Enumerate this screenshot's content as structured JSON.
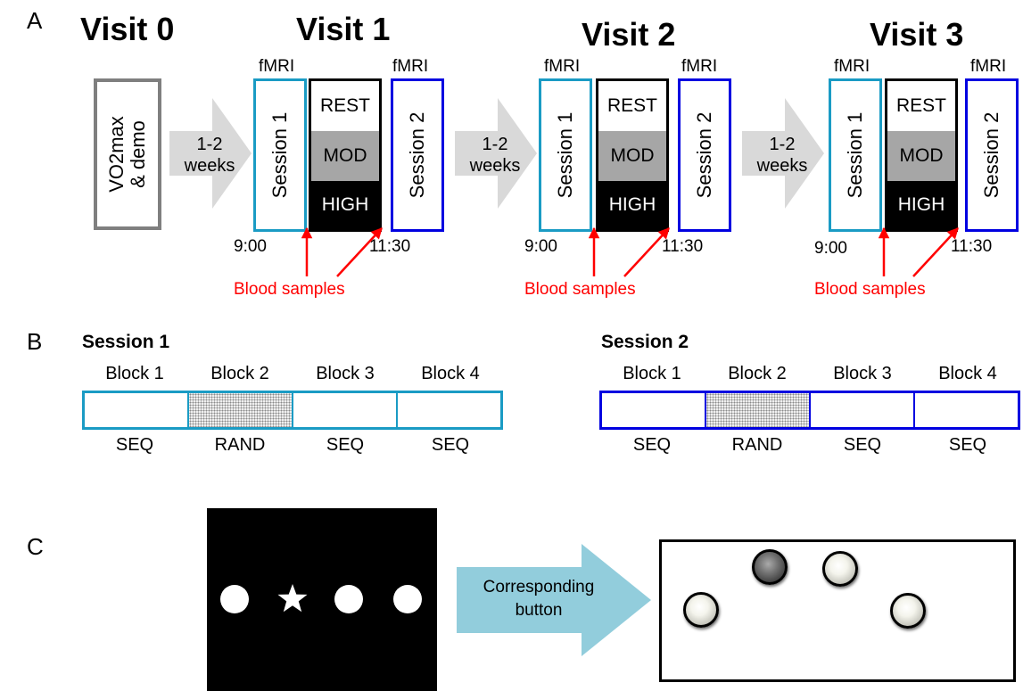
{
  "panels": {
    "a": "A",
    "b": "B",
    "c": "C"
  },
  "visit0": {
    "title": "Visit 0",
    "box": "VO2max\n& demo"
  },
  "visits": [
    {
      "title": "Visit 1",
      "fmri_left": "fMRI",
      "fmri_right": "fMRI",
      "session1": "Session 1",
      "session2": "Session 2",
      "rest": "REST",
      "mod": "MOD",
      "high": "HIGH",
      "time_start": "9:00",
      "time_end": "11:30",
      "blood": "Blood samples"
    },
    {
      "title": "Visit 2",
      "fmri_left": "fMRI",
      "fmri_right": "fMRI",
      "session1": "Session 1",
      "session2": "Session 2",
      "rest": "REST",
      "mod": "MOD",
      "high": "HIGH",
      "time_start": "9:00",
      "time_end": "11:30",
      "blood": "Blood samples"
    },
    {
      "title": "Visit 3",
      "fmri_left": "fMRI",
      "fmri_right": "fMRI",
      "session1": "Session 1",
      "session2": "Session 2",
      "rest": "REST",
      "mod": "MOD",
      "high": "HIGH",
      "time_start": "9:00",
      "time_end": "11:30",
      "blood": "Blood samples"
    }
  ],
  "intervals": [
    {
      "line1": "1-2",
      "line2": "weeks"
    },
    {
      "line1": "1-2",
      "line2": "weeks"
    },
    {
      "line1": "1-2",
      "line2": "weeks"
    }
  ],
  "sessions": [
    {
      "title": "Session 1",
      "blocks": [
        "Block 1",
        "Block 2",
        "Block 3",
        "Block 4"
      ],
      "conditions": [
        "SEQ",
        "RAND",
        "SEQ",
        "SEQ"
      ],
      "color": "#1a9bc4"
    },
    {
      "title": "Session 2",
      "blocks": [
        "Block 1",
        "Block 2",
        "Block 3",
        "Block 4"
      ],
      "conditions": [
        "SEQ",
        "RAND",
        "SEQ",
        "SEQ"
      ],
      "color": "#0000e0"
    }
  ],
  "panel_c": {
    "arrow_line1": "Corresponding",
    "arrow_line2": "button"
  },
  "colors": {
    "session1": "#1a9bc4",
    "session2": "#0000e0",
    "visit0_border": "#7f7f7f",
    "arrow_gray": "#d9d9d9",
    "blood": "#ff0000",
    "mod": "#a6a6a6",
    "panel_c_arrow": "#92cddc"
  }
}
